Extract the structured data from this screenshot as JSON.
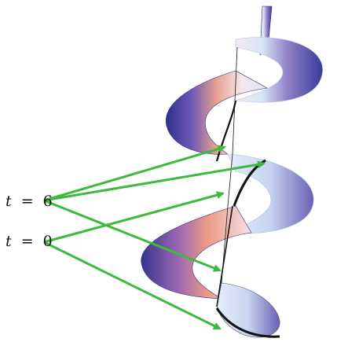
{
  "labels": {
    "upper": {
      "var": "t",
      "eq": "=",
      "value": "6"
    },
    "lower": {
      "var": "t",
      "eq": "=",
      "value": "0"
    }
  },
  "colors": {
    "arrow": "#3dba3d",
    "ribbon_dark": "#3a3a9a",
    "ribbon_light": "#eaf2fb",
    "ribbon_warm": "#e9a08c",
    "edge": "#111111"
  }
}
